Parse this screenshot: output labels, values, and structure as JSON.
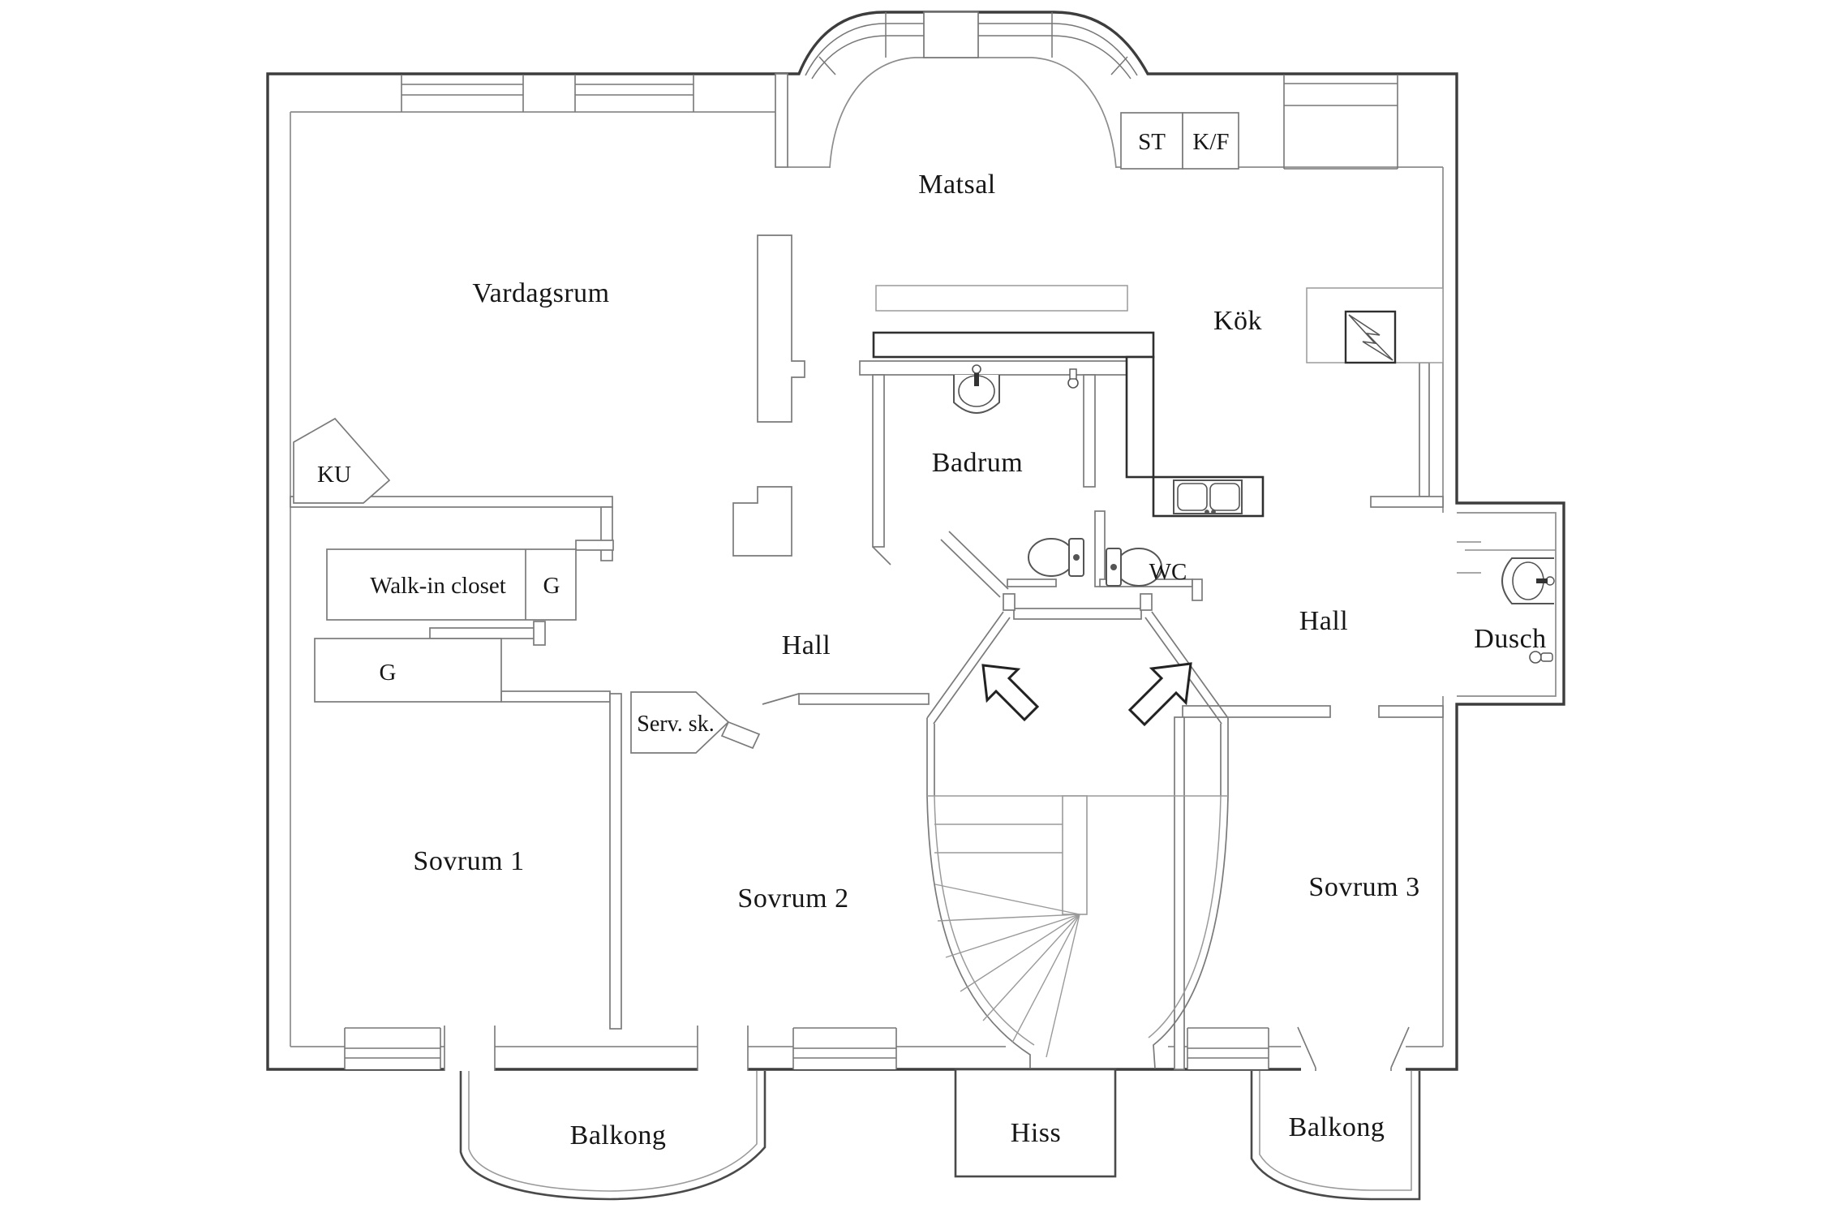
{
  "document": {
    "type": "apartment floor plan drawing",
    "language": "Swedish"
  },
  "rooms": {
    "matsal": "Matsal",
    "vardagsrum": "Vardagsrum",
    "kok": "Kök",
    "badrum": "Badrum",
    "wc": "WC",
    "hall_left": "Hall",
    "hall_right": "Hall",
    "dusch": "Dusch",
    "walk_in_closet": "Walk-in closet",
    "serv_sk": "Serv. sk.",
    "sovrum1": "Sovrum 1",
    "sovrum2": "Sovrum 2",
    "sovrum3": "Sovrum 3",
    "balkong_left": "Balkong",
    "balkong_right": "Balkong",
    "hiss": "Hiss",
    "ku": "KU",
    "g_upper": "G",
    "g_lower": "G",
    "st": "ST",
    "kf": "K/F"
  },
  "icons": {
    "stairs_up_left_arrow": "direction-arrow-up-left",
    "stairs_up_right_arrow": "direction-arrow-up-right",
    "electric_stove": "lightning-bolt-in-square",
    "bathroom_sink": "oval-basin",
    "shower_sink": "oval-basin",
    "kitchen_double_sink": "double-basin",
    "toilet_badrum": "toilet",
    "toilet_wc": "toilet",
    "winder_staircase": "fanned-stair-treads"
  },
  "colors": {
    "background": "#ffffff",
    "outer_wall": "#3d3d3d",
    "inner_wall": "#8c8c8c",
    "counter_dark": "#2f2f2f",
    "text": "#161616"
  }
}
